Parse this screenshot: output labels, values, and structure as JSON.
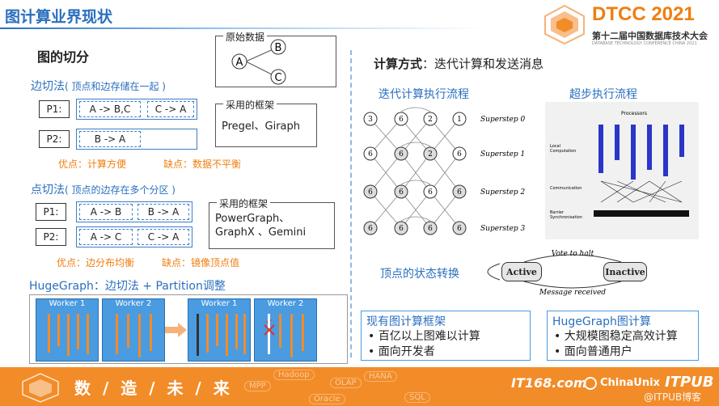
{
  "page": {
    "title": "图计算业界现状"
  },
  "logo": {
    "brand": "DTCC 2021",
    "subtitle": "第十二届中国数据库技术大会",
    "subtitle_en": "DATABASE TECHNOLOGY CONFERENCE CHINA 2021"
  },
  "left": {
    "heading": "图的切分",
    "original_data": {
      "label": "原始数据",
      "nodes": [
        "A",
        "B",
        "C"
      ]
    },
    "edge_cut": {
      "title": "边切法",
      "desc": "( 顶点和边存储在一起 )",
      "rows": [
        {
          "label": "P1:",
          "cells": [
            "A -> B,C",
            "C -> A"
          ]
        },
        {
          "label": "P2:",
          "cells": [
            "B -> A"
          ]
        }
      ],
      "framework_label": "采用的框架",
      "framework_text": "Pregel、Giraph",
      "pros": "优点：计算方便",
      "cons": "缺点：数据不平衡"
    },
    "vertex_cut": {
      "title": "点切法",
      "desc": "( 顶点的边存在多个分区 )",
      "rows": [
        {
          "label": "P1:",
          "cells": [
            "A -> B",
            "B -> A"
          ]
        },
        {
          "label": "P2:",
          "cells": [
            "A -> C",
            "C -> A"
          ]
        }
      ],
      "framework_label": "采用的框架",
      "framework_lines": [
        "PowerGraph、",
        "GraphX 、Gemini"
      ],
      "pros": "优点：边分布均衡",
      "cons": "缺点：镜像顶点值"
    },
    "hugegraph": {
      "heading": "HugeGraph：边切法 + Partition调整",
      "workers": [
        "Worker 1",
        "Worker 2",
        "Worker 1",
        "Worker 2"
      ]
    }
  },
  "right": {
    "heading_bold": "计算方式",
    "heading_rest": "：迭代计算和发送消息",
    "iter_title": "迭代计算执行流程",
    "bsp_title": "超步执行流程",
    "supersteps": [
      {
        "label": "Superstep 0",
        "values": [
          "3",
          "6",
          "2",
          "1"
        ]
      },
      {
        "label": "Superstep 1",
        "values": [
          "6",
          "6",
          "2",
          "6"
        ]
      },
      {
        "label": "Superstep 2",
        "values": [
          "6",
          "6",
          "6",
          "6"
        ]
      },
      {
        "label": "Superstep 3",
        "values": [
          "6",
          "6",
          "6",
          "6"
        ]
      }
    ],
    "bsp_labels": {
      "processors": "Processors",
      "local": "Local\nComputation",
      "communication": "Communication",
      "barrier": "Barrier\nSynchronisation"
    },
    "state": {
      "title": "顶点的状态转换",
      "active": "Active",
      "inactive": "Inactive",
      "vote": "Vote to halt",
      "message": "Message received"
    },
    "existing": {
      "title": "现有图计算框架",
      "bullets": [
        "百亿以上图难以计算",
        "面向开发者"
      ]
    },
    "hugegraph": {
      "title": "HugeGraph图计算",
      "bullets": [
        "大规模图稳定高效计算",
        "面向普通用户"
      ]
    }
  },
  "footer": {
    "slogan": "数 / 造 / 未 / 来",
    "tags": [
      "Hadoop",
      "OLAP",
      "HANA",
      "MPP",
      "Oracle",
      "SQL"
    ],
    "sponsor1": "IT168.com",
    "sponsor2": "ChinaUnix",
    "sponsor3": "ITPUB",
    "watermark": "@ITPUB博客"
  },
  "colors": {
    "accent_blue": "#2a6fbf",
    "accent_orange": "#f28c28",
    "bsp_bar": "#2b35c9"
  }
}
